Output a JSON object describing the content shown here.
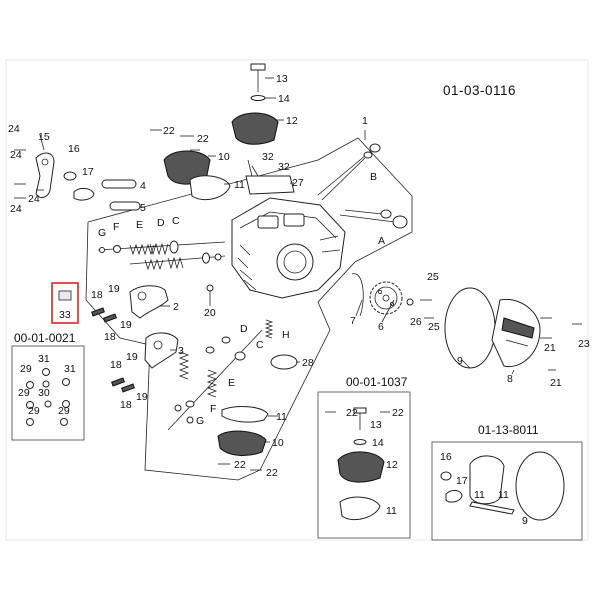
{
  "drawing_code": "01-03-0116",
  "highlight_color": "#d22b2b",
  "callouts": [
    {
      "id": "c13",
      "label": "13"
    },
    {
      "id": "c14a",
      "label": "14"
    },
    {
      "id": "c12a",
      "label": "12"
    },
    {
      "id": "c22a",
      "label": "22"
    },
    {
      "id": "c22b",
      "label": "22"
    },
    {
      "id": "c10a",
      "label": "10"
    },
    {
      "id": "c32a",
      "label": "32"
    },
    {
      "id": "c32b",
      "label": "32"
    },
    {
      "id": "c1",
      "label": "1"
    },
    {
      "id": "c27",
      "label": "27"
    },
    {
      "id": "c11a",
      "label": "11"
    },
    {
      "id": "cB1",
      "label": "B"
    },
    {
      "id": "cA1",
      "label": "A"
    },
    {
      "id": "c24a",
      "label": "24"
    },
    {
      "id": "c15",
      "label": "15"
    },
    {
      "id": "c16a",
      "label": "16"
    },
    {
      "id": "c17a",
      "label": "17"
    },
    {
      "id": "c24b",
      "label": "24"
    },
    {
      "id": "c24c",
      "label": "24"
    },
    {
      "id": "c24d",
      "label": "24"
    },
    {
      "id": "c4",
      "label": "4"
    },
    {
      "id": "c5",
      "label": "5"
    },
    {
      "id": "cG1",
      "label": "G"
    },
    {
      "id": "cF1",
      "label": "F"
    },
    {
      "id": "cE1",
      "label": "E"
    },
    {
      "id": "cD1",
      "label": "D"
    },
    {
      "id": "cC1",
      "label": "C"
    },
    {
      "id": "c18a",
      "label": "18"
    },
    {
      "id": "c19a",
      "label": "19"
    },
    {
      "id": "c18b",
      "label": "18"
    },
    {
      "id": "c19b",
      "label": "19"
    },
    {
      "id": "c2",
      "label": "2"
    },
    {
      "id": "c20",
      "label": "20"
    },
    {
      "id": "c3",
      "label": "3"
    },
    {
      "id": "c18c",
      "label": "18"
    },
    {
      "id": "c19c",
      "label": "19"
    },
    {
      "id": "c18d",
      "label": "18"
    },
    {
      "id": "c19d",
      "label": "19"
    },
    {
      "id": "cD2",
      "label": "D"
    },
    {
      "id": "cC2",
      "label": "C"
    },
    {
      "id": "cE2",
      "label": "E"
    },
    {
      "id": "cF2",
      "label": "F"
    },
    {
      "id": "cG2",
      "label": "G"
    },
    {
      "id": "cH",
      "label": "H"
    },
    {
      "id": "c28",
      "label": "28"
    },
    {
      "id": "c11b",
      "label": "11"
    },
    {
      "id": "c10b",
      "label": "10"
    },
    {
      "id": "c22c",
      "label": "22"
    },
    {
      "id": "c22d",
      "label": "22"
    },
    {
      "id": "c7",
      "label": "7"
    },
    {
      "id": "c6",
      "label": "6"
    },
    {
      "id": "c25a",
      "label": "25"
    },
    {
      "id": "c26",
      "label": "26"
    },
    {
      "id": "c25b",
      "label": "25"
    },
    {
      "id": "c9a",
      "label": "9"
    },
    {
      "id": "c8",
      "label": "8"
    },
    {
      "id": "c21a",
      "label": "21"
    },
    {
      "id": "c21b",
      "label": "21"
    },
    {
      "id": "c23",
      "label": "23"
    },
    {
      "id": "c33",
      "label": "33"
    },
    {
      "id": "c29a",
      "label": "29"
    },
    {
      "id": "c31a",
      "label": "31"
    },
    {
      "id": "c31b",
      "label": "31"
    },
    {
      "id": "c29b",
      "label": "29"
    },
    {
      "id": "c30",
      "label": "30"
    },
    {
      "id": "c29c",
      "label": "29"
    },
    {
      "id": "c29d",
      "label": "29"
    },
    {
      "id": "c22e",
      "label": "22"
    },
    {
      "id": "c22f",
      "label": "22"
    },
    {
      "id": "c13b",
      "label": "13"
    },
    {
      "id": "c14b",
      "label": "14"
    },
    {
      "id": "c12b",
      "label": "12"
    },
    {
      "id": "c11c",
      "label": "11"
    },
    {
      "id": "c16b",
      "label": "16"
    },
    {
      "id": "c17b",
      "label": "17"
    },
    {
      "id": "c11d",
      "label": "11"
    },
    {
      "id": "c11e",
      "label": "11"
    },
    {
      "id": "c9b",
      "label": "9"
    }
  ],
  "kits": [
    {
      "id": "kit-left",
      "code": "00-01-0021"
    },
    {
      "id": "kit-cap",
      "code": "00-01-1037"
    },
    {
      "id": "kit-gasket",
      "code": "01-13-8011"
    }
  ]
}
